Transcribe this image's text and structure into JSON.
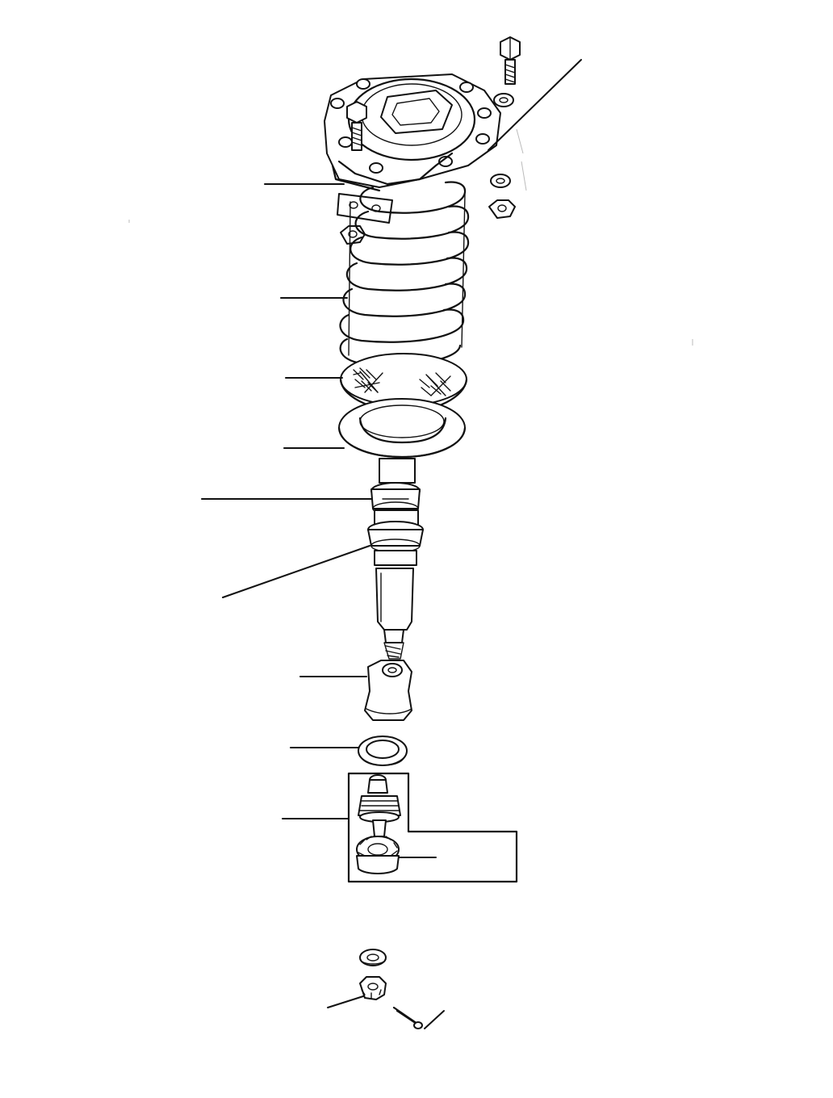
{
  "diagram": {
    "kind": "exploded-parts-view",
    "subject": "strut-assembly",
    "printed_text": [],
    "parts": [
      {
        "id": "top-mount-plate",
        "icon": "mount-plate"
      },
      {
        "id": "top-bolt",
        "icon": "bolt"
      },
      {
        "id": "mount-washer",
        "icon": "washer"
      },
      {
        "id": "mount-nut",
        "icon": "nut"
      },
      {
        "id": "spacer-plate",
        "icon": "plate"
      },
      {
        "id": "coil-spring",
        "icon": "spring"
      },
      {
        "id": "upper-spring-seat",
        "icon": "seat"
      },
      {
        "id": "lower-spring-seat",
        "icon": "seat"
      },
      {
        "id": "strut-collar",
        "icon": "collar"
      },
      {
        "id": "strut-bushing",
        "icon": "bushing"
      },
      {
        "id": "strut-rod",
        "icon": "rod"
      },
      {
        "id": "bump-stop",
        "icon": "bump-stop"
      },
      {
        "id": "seal-ring",
        "icon": "ring"
      },
      {
        "id": "ball-joint",
        "icon": "ball-joint"
      },
      {
        "id": "ball-joint-boot",
        "icon": "boot"
      },
      {
        "id": "lower-washer",
        "icon": "washer"
      },
      {
        "id": "castle-nut",
        "icon": "castle-nut"
      },
      {
        "id": "cotter-pin",
        "icon": "cotter-pin"
      }
    ]
  }
}
